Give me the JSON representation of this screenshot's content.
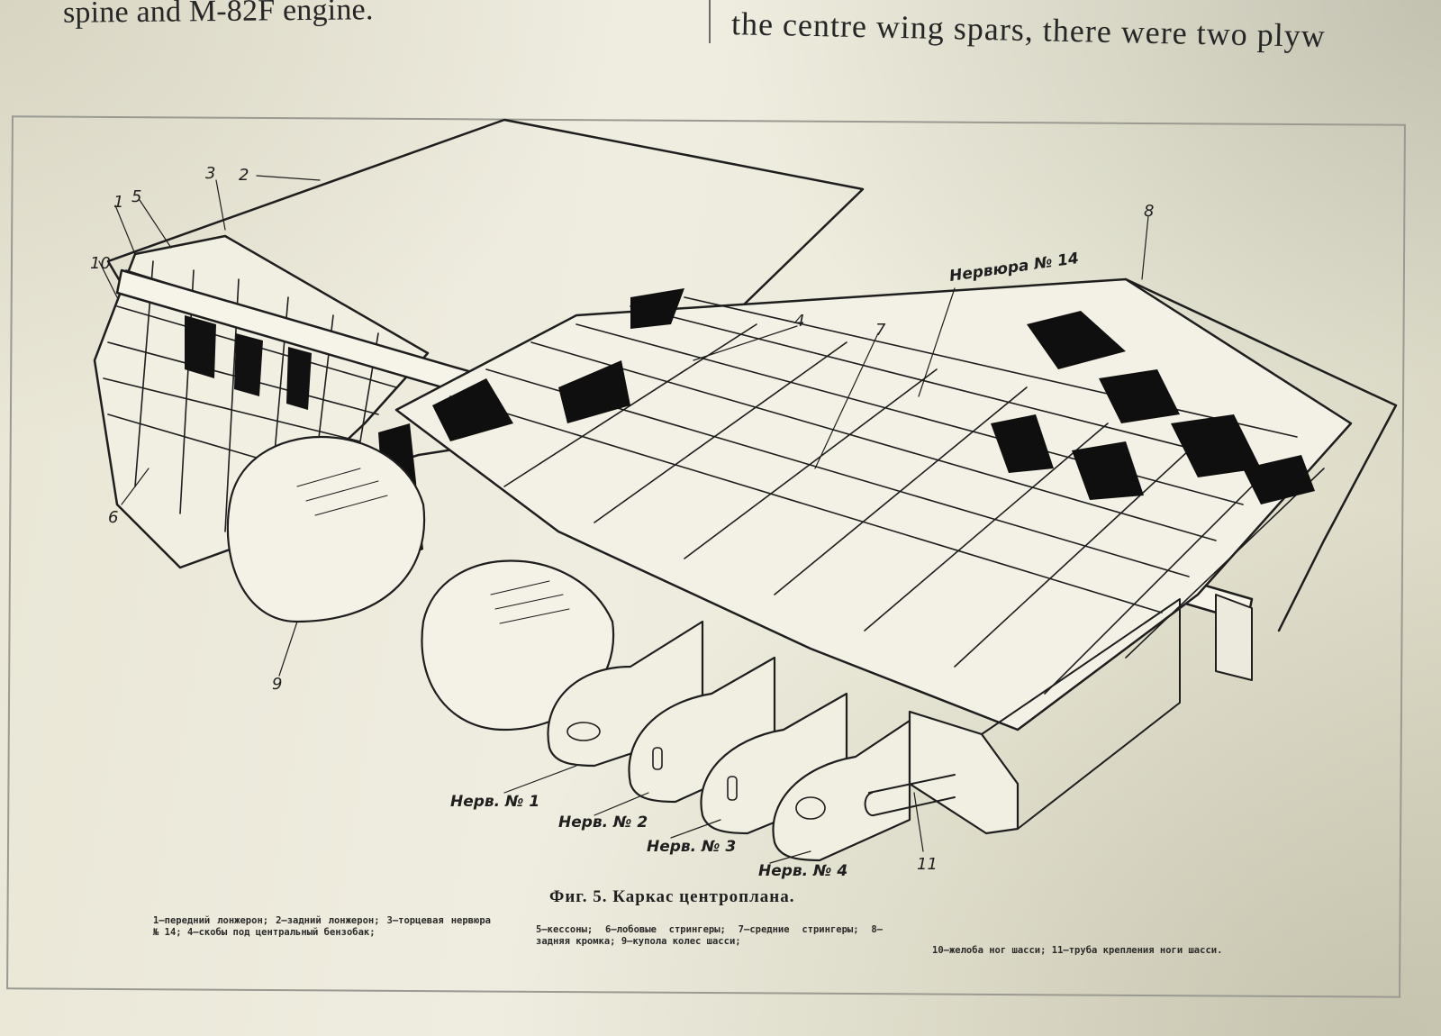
{
  "page_text": {
    "top_left": "spine and M-82F engine.",
    "top_right": "the centre wing spars, there were two plyw"
  },
  "figure": {
    "callouts": [
      "1",
      "5",
      "3",
      "2",
      "8",
      "4",
      "7",
      "10",
      "6",
      "9",
      "11"
    ],
    "rib_labels": {
      "rib_14": "Нервюра № 14",
      "rib_1": "Нерв. № 1",
      "rib_2": "Нерв. № 2",
      "rib_3": "Нерв. № 3",
      "rib_4": "Нерв. № 4"
    },
    "caption": "Фиг. 5. Каркас центроплана.",
    "legend": {
      "col1": [
        "1—передний лонжерон;",
        "2—задний лонжерон;",
        "3—торцевая нервюра № 14;",
        "4—скобы под центральный бензобак;"
      ],
      "col2": [
        "5—кессоны;",
        "6—лобовые стрингеры;",
        "7—средние стрингеры;",
        "8—задняя кромка;",
        "9—купола колес шасси;"
      ],
      "col3": [
        "10—желоба ног шасси;",
        "11—труба крепления ноги шасси."
      ]
    }
  }
}
